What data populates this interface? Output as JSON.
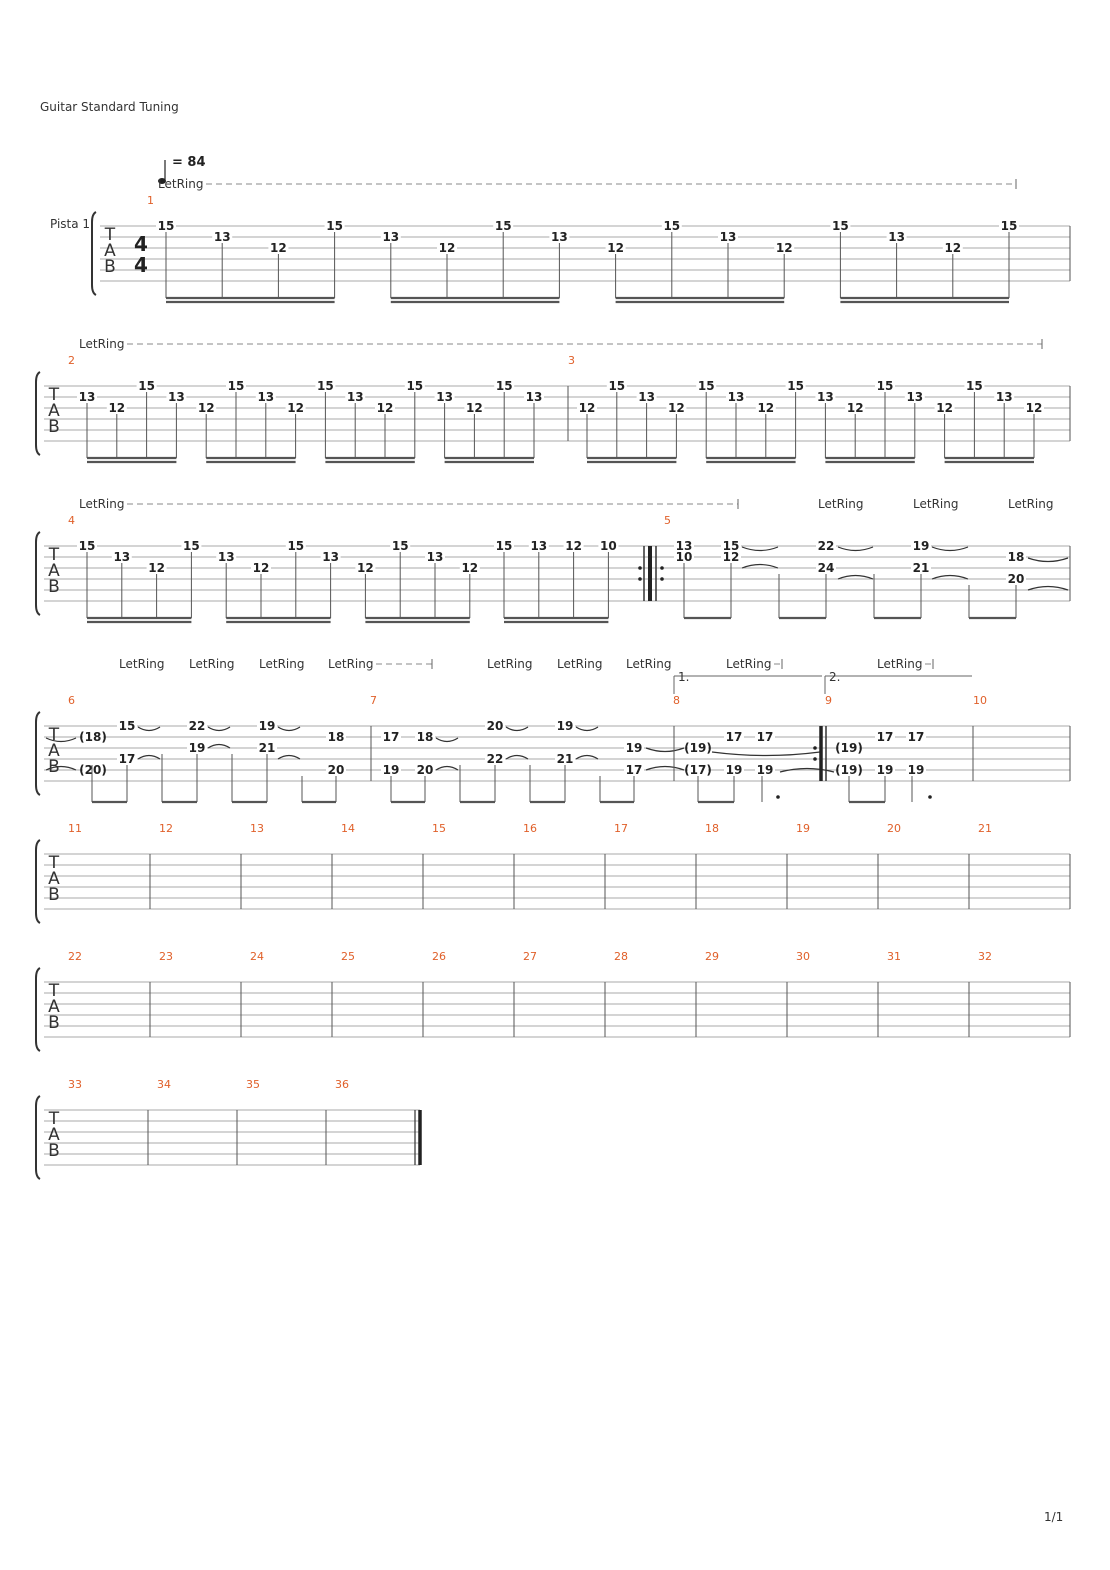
{
  "document": {
    "tuning": "Guitar Standard Tuning",
    "track_name": "Pista 1",
    "tempo": "= 84",
    "page": "1/1",
    "time_signature": "4",
    "tab_letters": [
      "T",
      "A",
      "B"
    ],
    "effect_label": "LetRing",
    "volta_1": "1.",
    "volta_2": "2."
  },
  "measures": [
    {
      "number": "1",
      "notes": [
        "15",
        "13",
        "12",
        "15",
        "13",
        "12",
        "15",
        "13",
        "12",
        "15",
        "13",
        "12",
        "15",
        "13",
        "12",
        "15"
      ]
    },
    {
      "number": "2",
      "notes": [
        "13",
        "12",
        "15",
        "13",
        "12",
        "15",
        "13",
        "12",
        "15",
        "13",
        "12",
        "15",
        "13",
        "12",
        "15",
        "13"
      ]
    },
    {
      "number": "3",
      "notes": [
        "12",
        "15",
        "13",
        "12",
        "15",
        "13",
        "12",
        "15",
        "13",
        "12",
        "15",
        "13",
        "12",
        "15",
        "13",
        "12"
      ]
    },
    {
      "number": "4",
      "notes": [
        "15",
        "13",
        "12",
        "15",
        "13",
        "12",
        "15",
        "13",
        "12",
        "15",
        "13",
        "12",
        "15",
        "13",
        "12",
        "10"
      ]
    },
    {
      "number": "5",
      "notes": [
        "13",
        "10",
        "15",
        "12",
        "22",
        "24",
        "19",
        "21",
        "18",
        "20"
      ]
    },
    {
      "number": "6",
      "notes": [
        "(18)",
        "(20)",
        "15",
        "17",
        "22",
        "19",
        "19",
        "21",
        "18",
        "20"
      ]
    },
    {
      "number": "7",
      "notes": [
        "17",
        "19",
        "18",
        "20",
        "20",
        "22",
        "19",
        "21",
        "19",
        "17"
      ]
    },
    {
      "number": "8",
      "notes": [
        "(19)",
        "(17)",
        "17",
        "19",
        "17",
        "19"
      ]
    },
    {
      "number": "9",
      "notes": [
        "(19)",
        "(19)",
        "17",
        "19",
        "17",
        "19"
      ]
    }
  ],
  "empty_measures": [
    "10",
    "11",
    "12",
    "13",
    "14",
    "15",
    "16",
    "17",
    "18",
    "19",
    "20",
    "21",
    "22",
    "23",
    "24",
    "25",
    "26",
    "27",
    "28",
    "29",
    "30",
    "31",
    "32",
    "33",
    "34",
    "35",
    "36"
  ]
}
